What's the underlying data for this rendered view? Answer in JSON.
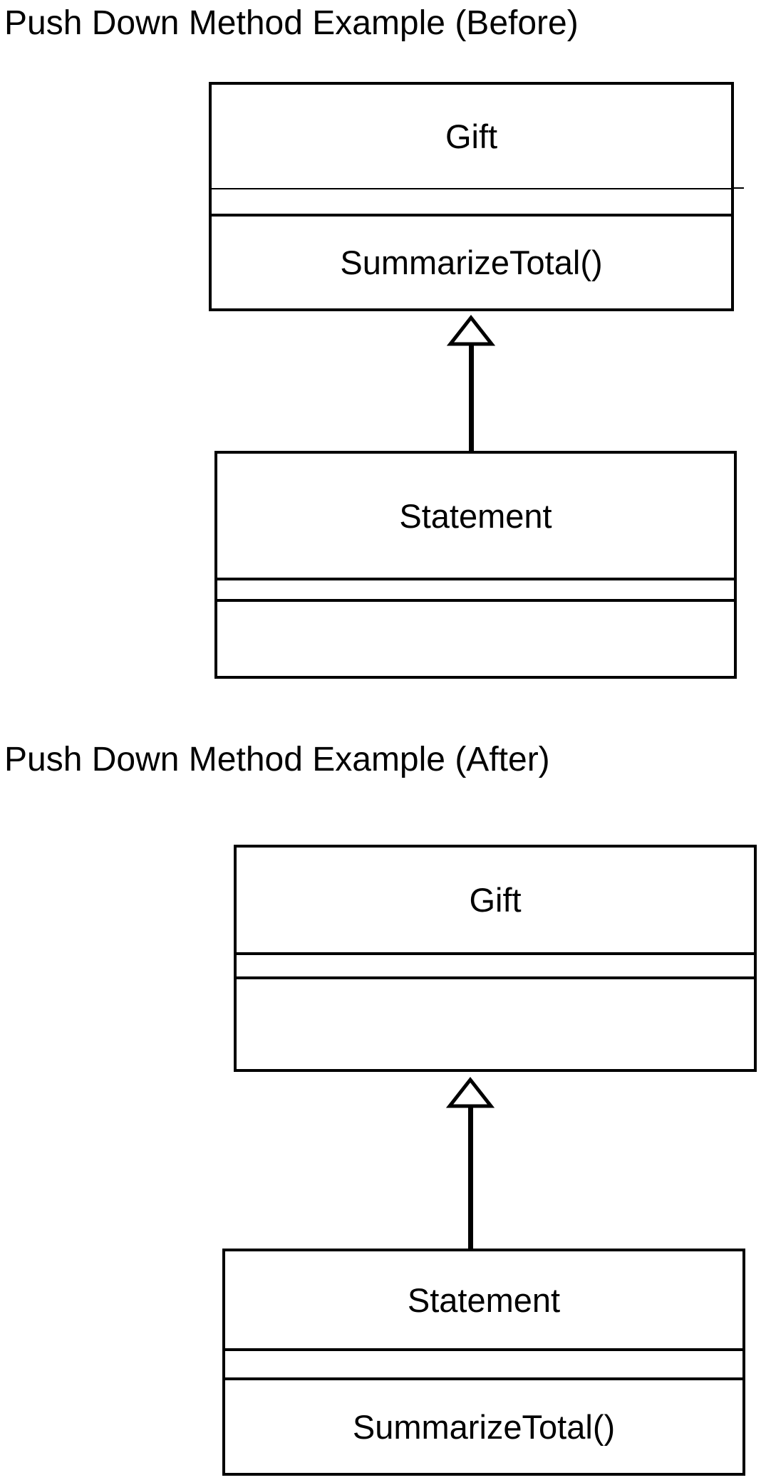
{
  "page": {
    "background_color": "#ffffff",
    "ink_color": "#000000"
  },
  "diagrams": [
    {
      "id": "before",
      "title": "Push Down Method Example (Before)",
      "relationship": "generalization",
      "superclass": {
        "name": "Gift",
        "attributes": "",
        "methods": "SummarizeTotal()"
      },
      "subclass": {
        "name": "Statement",
        "attributes": "",
        "methods": ""
      }
    },
    {
      "id": "after",
      "title": "Push Down Method Example (After)",
      "relationship": "generalization",
      "superclass": {
        "name": "Gift",
        "attributes": "",
        "methods": ""
      },
      "subclass": {
        "name": "Statement",
        "attributes": "",
        "methods": "SummarizeTotal()"
      }
    }
  ]
}
